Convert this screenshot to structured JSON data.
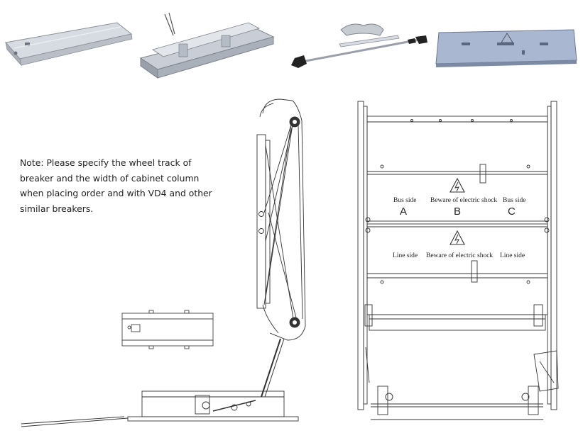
{
  "note": {
    "lines": [
      "Note: Please specify the wheel track of",
      "breaker and the width of cabinet column",
      "when placing order and with VD4 and other",
      "similar breakers."
    ]
  },
  "shutter_panel": {
    "upper": {
      "left_label": "Bus side",
      "center_label": "Beware of electric shock",
      "right_label": "Bus side",
      "phases": [
        "A",
        "B",
        "C"
      ]
    },
    "lower": {
      "left_label": "Line side",
      "center_label": "Beware of electric shock",
      "right_label": "Line side"
    }
  }
}
